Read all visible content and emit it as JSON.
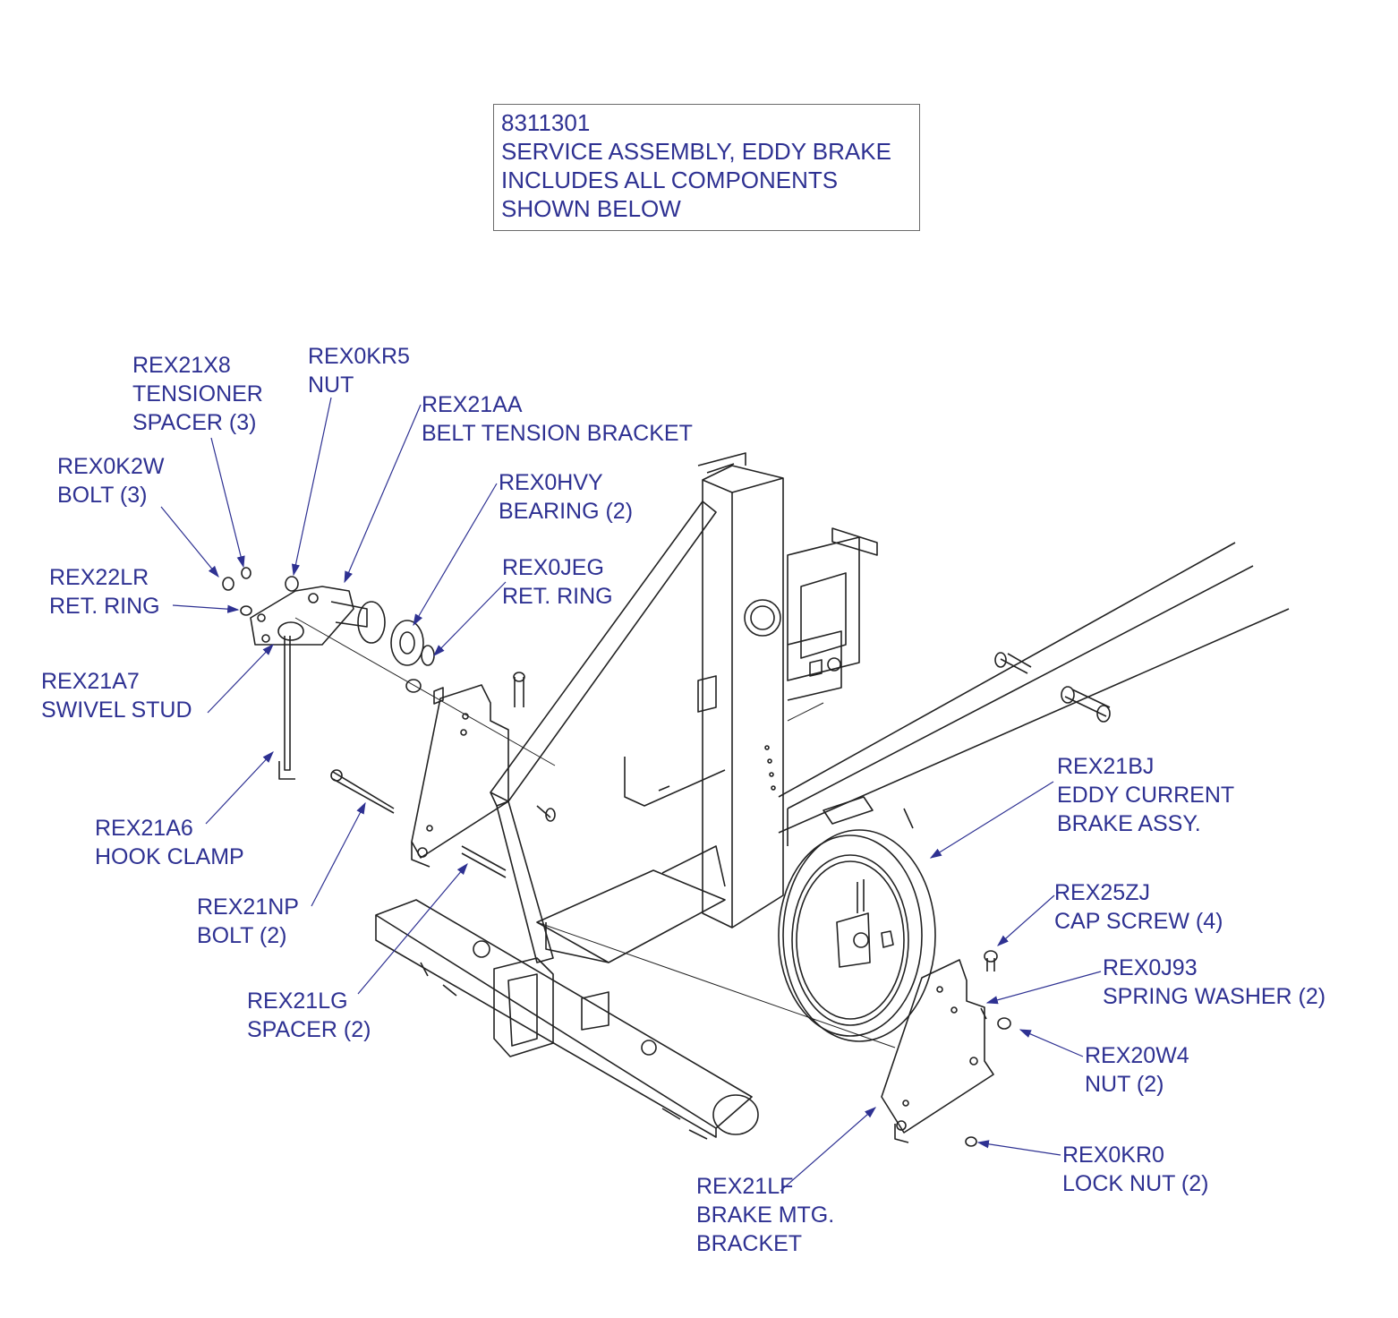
{
  "title_block": {
    "lines": [
      "8311301",
      "SERVICE ASSEMBLY, EDDY BRAKE",
      "INCLUDES ALL COMPONENTS",
      "SHOWN BELOW"
    ]
  },
  "callouts": [
    {
      "id": "rex21x8",
      "lines": [
        "REX21X8",
        "TENSIONER",
        "SPACER (3)"
      ]
    },
    {
      "id": "rex0kr5",
      "lines": [
        "REX0KR5",
        "NUT"
      ]
    },
    {
      "id": "rex21aa",
      "lines": [
        "REX21AA",
        "BELT TENSION BRACKET"
      ]
    },
    {
      "id": "rex0k2w",
      "lines": [
        "REX0K2W",
        "BOLT (3)"
      ]
    },
    {
      "id": "rex0hvy",
      "lines": [
        "REX0HVY",
        "BEARING (2)"
      ]
    },
    {
      "id": "rex22lr",
      "lines": [
        "REX22LR",
        "RET. RING"
      ]
    },
    {
      "id": "rex0jeg",
      "lines": [
        "REX0JEG",
        "RET. RING"
      ]
    },
    {
      "id": "rex21a7",
      "lines": [
        "REX21A7",
        "SWIVEL STUD"
      ]
    },
    {
      "id": "rex21bj",
      "lines": [
        "REX21BJ",
        "EDDY CURRENT",
        "BRAKE ASSY."
      ]
    },
    {
      "id": "rex21a6",
      "lines": [
        "REX21A6",
        "HOOK CLAMP"
      ]
    },
    {
      "id": "rex25zj",
      "lines": [
        "REX25ZJ",
        "CAP SCREW (4)"
      ]
    },
    {
      "id": "rex21np",
      "lines": [
        "REX21NP",
        "BOLT (2)"
      ]
    },
    {
      "id": "rex0j93",
      "lines": [
        "REX0J93",
        "SPRING WASHER (2)"
      ]
    },
    {
      "id": "rex21lg",
      "lines": [
        "REX21LG",
        "SPACER (2)"
      ]
    },
    {
      "id": "rex20w4",
      "lines": [
        "REX20W4",
        "NUT (2)"
      ]
    },
    {
      "id": "rex0kr0",
      "lines": [
        "REX0KR0",
        "LOCK NUT (2)"
      ]
    },
    {
      "id": "rex21lf",
      "lines": [
        "REX21LF",
        "BRAKE MTG.",
        "BRACKET"
      ]
    }
  ],
  "colors": {
    "callout_text": "#2e3192",
    "leader": "#2e3192",
    "linework": "#222222"
  }
}
